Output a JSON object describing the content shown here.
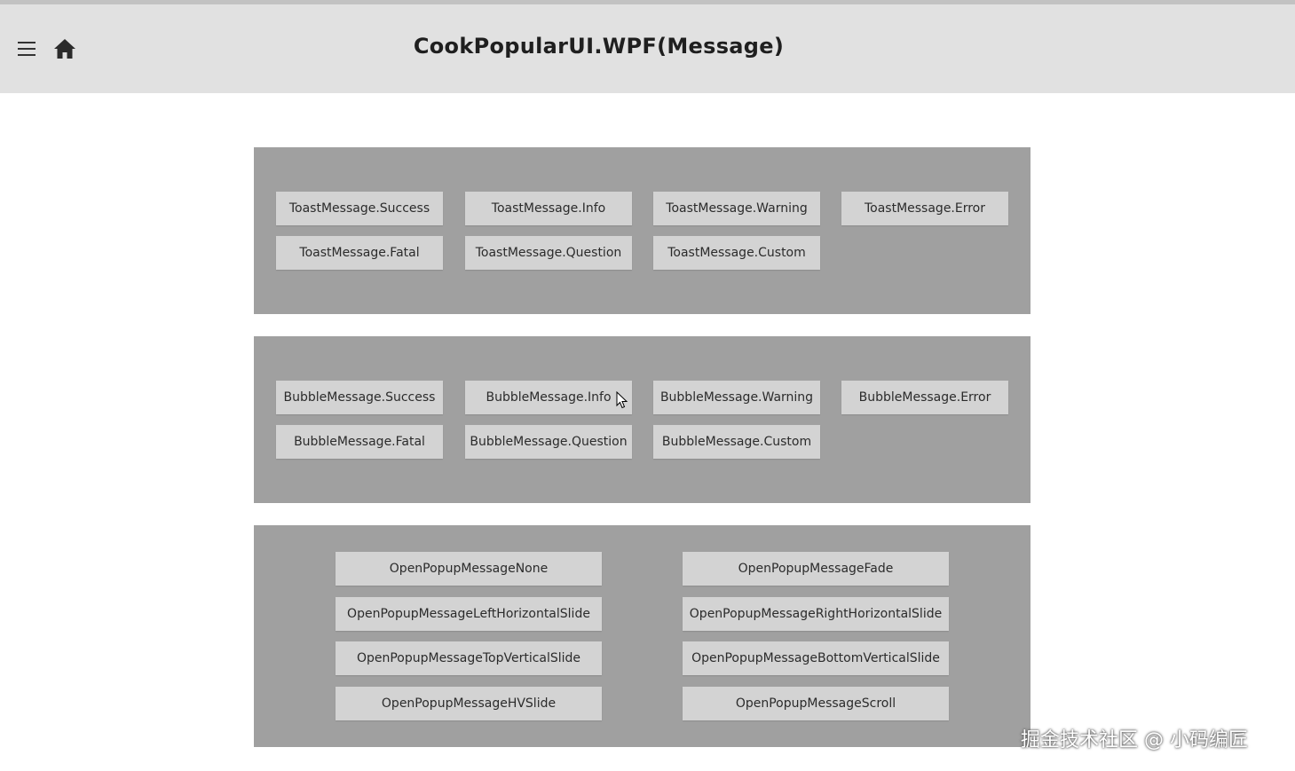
{
  "app": {
    "title": "CookPopularUI.WPF(Message)",
    "menu_icon": "hamburger-menu-icon",
    "home_icon": "home-icon"
  },
  "toast": {
    "buttons": [
      "ToastMessage.Success",
      "ToastMessage.Info",
      "ToastMessage.Warning",
      "ToastMessage.Error",
      "ToastMessage.Fatal",
      "ToastMessage.Question",
      "ToastMessage.Custom"
    ]
  },
  "bubble": {
    "buttons": [
      "BubbleMessage.Success",
      "BubbleMessage.Info",
      "BubbleMessage.Warning",
      "BubbleMessage.Error",
      "BubbleMessage.Fatal",
      "BubbleMessage.Question",
      "BubbleMessage.Custom"
    ]
  },
  "popup": {
    "buttons": [
      "OpenPopupMessageNone",
      "OpenPopupMessageFade",
      "OpenPopupMessageLeftHorizontalSlide",
      "OpenPopupMessageRightHorizontalSlide",
      "OpenPopupMessageTopVerticalSlide",
      "OpenPopupMessageBottomVerticalSlide",
      "OpenPopupMessageHVSlide",
      "OpenPopupMessageScroll"
    ]
  },
  "watermark": {
    "text": "掘金技术社区 @ 小码编匠"
  },
  "colors": {
    "header_bg": "#e1e1e1",
    "panel_bg": "#a0a0a0",
    "button_bg": "#d3d3d3",
    "text": "#2b2b2b"
  }
}
